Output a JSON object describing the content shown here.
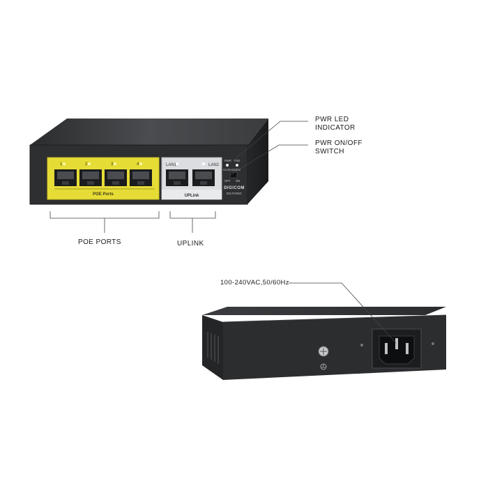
{
  "callouts": {
    "pwr_led": [
      "PWR LED",
      "INDICATOR"
    ],
    "pwr_switch": [
      "PWR ON/OFF",
      "SWITCH"
    ],
    "poe_ports": "POE PORTS",
    "uplink": "UPLINK",
    "power_input": "100-240VAC,50/60Hz"
  },
  "front_panel": {
    "port_numbers": [
      "1",
      "2",
      "3",
      "4"
    ],
    "poe_label": "POE Ports",
    "lan_labels": [
      "LAN1",
      "LAN2"
    ],
    "uplink_label": "UPLink",
    "led_labels": [
      "PWR",
      "FXD"
    ],
    "vlan_label": "VLAN Enable",
    "switch_labels": [
      "OFF",
      "ON"
    ],
    "brand": "DIGICOM",
    "model": "DG-P106C"
  },
  "colors": {
    "body": "#2b2d2f",
    "poe_bezel": "#e8de3a",
    "uplink_bezel": "#d9dadc",
    "line": "#555555"
  }
}
